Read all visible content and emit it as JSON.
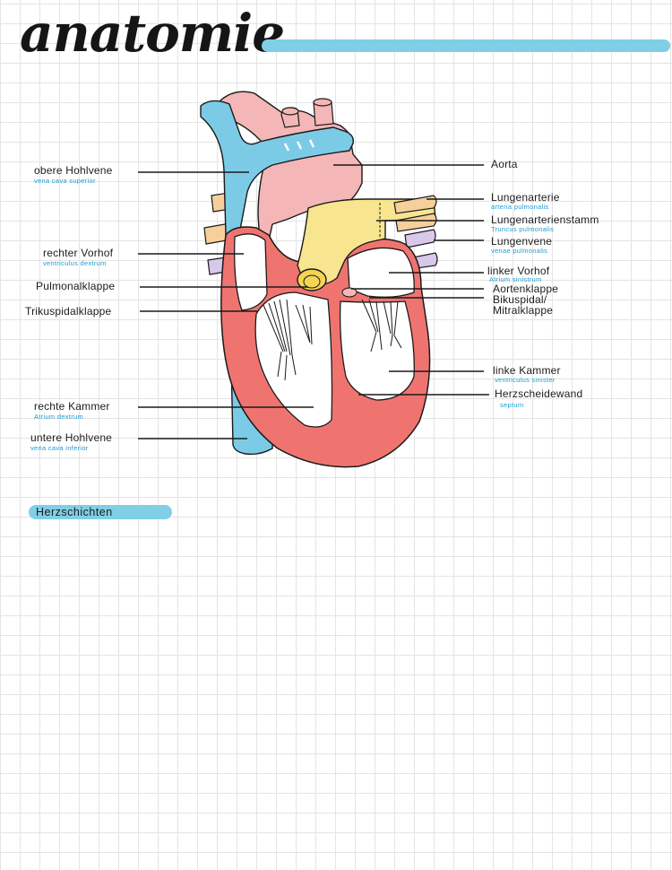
{
  "title": "anatomie",
  "section_heading": "Herzschichten",
  "colors": {
    "vein_blue": "#7ccbe6",
    "artery_pink": "#f4b6b6",
    "muscle_red": "#ef7470",
    "pulmonary_yellow": "#f7e58f",
    "pulmonary_vein_purple": "#d8c8ea",
    "vessel_orange": "#f6cf9b",
    "label_text": "#1c1c1c",
    "latin_text": "#1f9bd0",
    "accent_bar": "#80cfe6"
  },
  "labels": {
    "obere_hohlvene": {
      "text": "obere Hohlvene",
      "latin": "vena cava superior"
    },
    "rechter_vorhof": {
      "text": "rechter Vorhof",
      "latin": "ventriculus dextrum"
    },
    "pulmonalklappe": {
      "text": "Pulmonalklappe"
    },
    "trikuspidalklappe": {
      "text": "Trikuspidalklappe"
    },
    "rechte_kammer": {
      "text": "rechte Kammer",
      "latin": "Atrium dextrum"
    },
    "untere_hohlvene": {
      "text": "untere Hohlvene",
      "latin": "vena cava inferior"
    },
    "aorta": {
      "text": "Aorta"
    },
    "lungenarterie": {
      "text": "Lungenarterie",
      "latin": "arteria pulmonalis"
    },
    "lungenarterienstamm": {
      "text": "Lungenarterienstamm",
      "latin": "Truncus pulmonalis"
    },
    "lungenvene": {
      "text": "Lungenvene",
      "latin": "venae pulmonalis"
    },
    "linker_vorhof": {
      "text": "linker Vorhof",
      "latin": "Atrium sinistrum"
    },
    "aortenklappe": {
      "text": "Aortenklappe"
    },
    "bikuspidal_line1": {
      "text": "Bikuspidal/"
    },
    "bikuspidal_line2": {
      "text": "Mitralklappe"
    },
    "linke_kammer": {
      "text": "linke Kammer",
      "latin": "ventriculus sinister"
    },
    "herzscheidewand": {
      "text": "Herzscheidewand",
      "latin": "septum"
    }
  }
}
